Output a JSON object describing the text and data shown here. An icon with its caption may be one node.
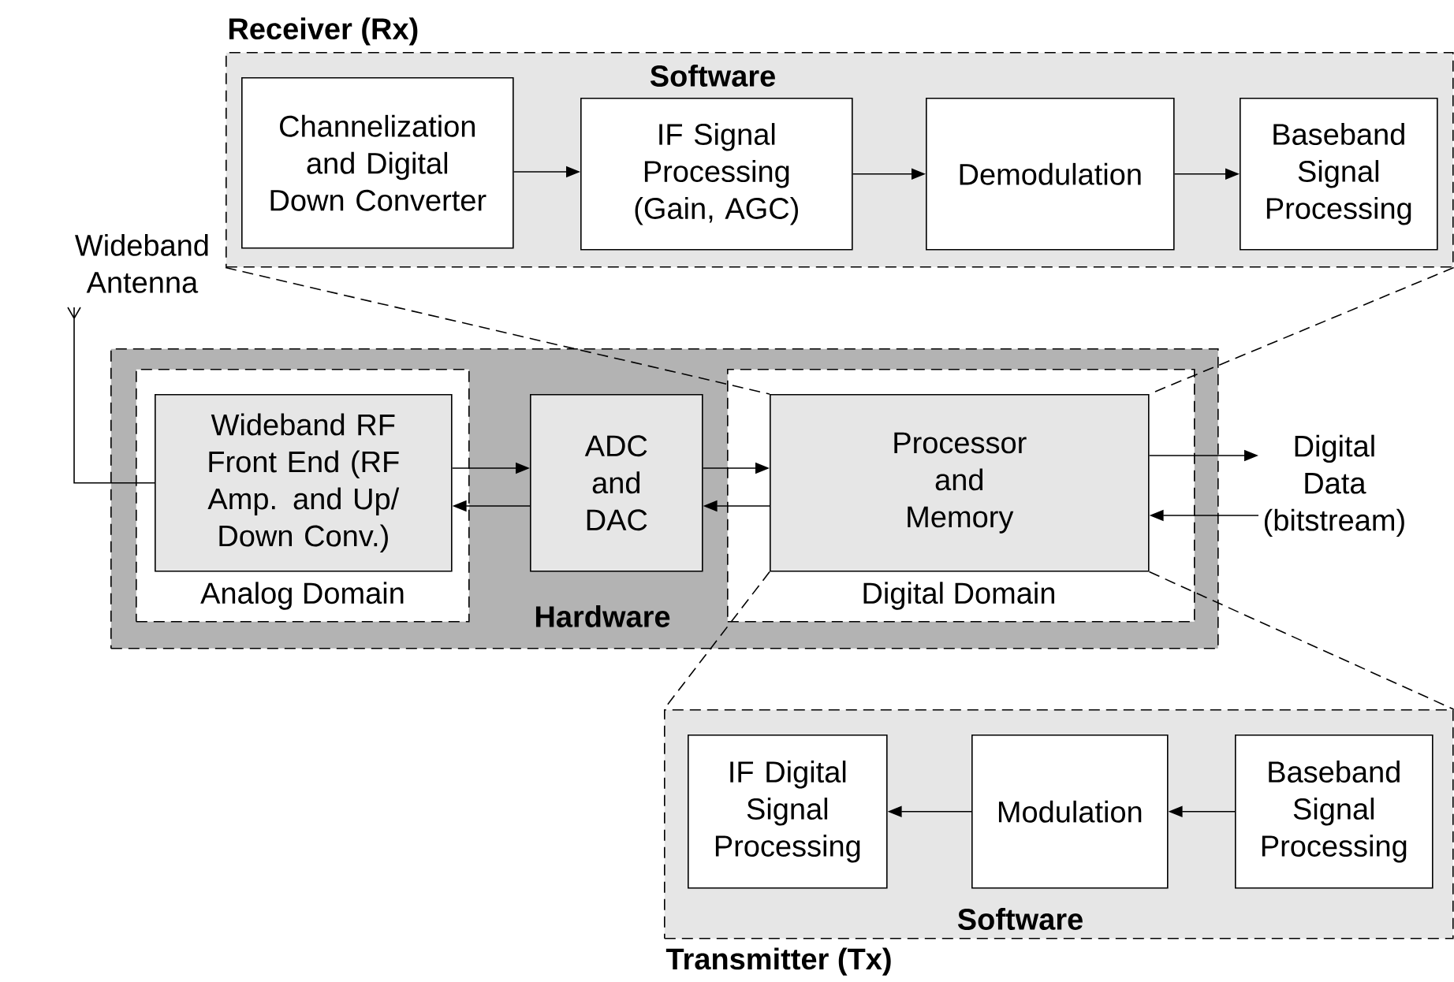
{
  "diagram": {
    "nodes": [
      {
        "text": [
          "Receiver (Rx)",
          "Software"
        ]
      },
      {
        "text": [
          "Channelization and Digital Down Converter"
        ],
        "in": 0
      },
      {
        "text": [
          "IF Signal Processing (Gain, AGC)"
        ],
        "in": 0
      },
      {
        "text": [
          "Demodulation"
        ],
        "in": 0
      },
      {
        "text": [
          "Baseband Signal Processing"
        ],
        "in": 0
      },
      {
        "text": [
          "Hardware"
        ]
      },
      {
        "text": [
          "Analog Domain"
        ],
        "in": 5
      },
      {
        "text": [
          "Wideband RF Front End (RF Amp. and Up/ Down Conv.)"
        ],
        "in": 6
      },
      {
        "text": [
          "ADC and DAC"
        ],
        "in": 5
      },
      {
        "text": [
          "Digital Domain"
        ],
        "in": 5
      },
      {
        "text": [
          "Processor and Memory"
        ],
        "in": 9
      },
      {
        "text": [
          "Digital Data (bitstream)"
        ]
      },
      {
        "text": [
          "Wideband Antenna"
        ]
      },
      {
        "text": [
          "Software",
          "Transmitter (Tx)"
        ]
      },
      {
        "text": [
          "IF Digital Signal Processing"
        ],
        "in": 13
      },
      {
        "text": [
          "Modulation"
        ],
        "in": 13
      },
      {
        "text": [
          "Baseband Signal Processing"
        ],
        "in": 13
      }
    ],
    "edges": [
      {
        "from": 1,
        "to": 2,
        "arrow": "to"
      },
      {
        "from": 2,
        "to": 3,
        "arrow": "to"
      },
      {
        "from": 3,
        "to": 4,
        "arrow": "to"
      },
      {
        "from": 12,
        "to": 7,
        "arrow": "none"
      },
      {
        "from": 7,
        "to": 8,
        "arrow": "to"
      },
      {
        "from": 8,
        "to": 7,
        "arrow": "to"
      },
      {
        "from": 8,
        "to": 10,
        "arrow": "to"
      },
      {
        "from": 10,
        "to": 8,
        "arrow": "to"
      },
      {
        "from": 10,
        "to": 11,
        "arrow": "to"
      },
      {
        "from": 11,
        "to": 10,
        "arrow": "to"
      },
      {
        "from": 0,
        "to": 10,
        "arrow": "none",
        "style": "dashed"
      },
      {
        "from": 0,
        "to": 10,
        "arrow": "none",
        "style": "dashed"
      },
      {
        "from": 10,
        "to": 13,
        "arrow": "none",
        "style": "dashed"
      },
      {
        "from": 10,
        "to": 13,
        "arrow": "none",
        "style": "dashed"
      },
      {
        "from": 16,
        "to": 15,
        "arrow": "to"
      },
      {
        "from": 15,
        "to": 14,
        "arrow": "to"
      }
    ]
  }
}
